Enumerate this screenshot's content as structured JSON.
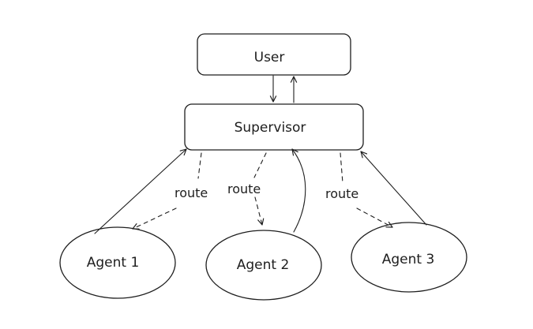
{
  "diagram": {
    "nodes": {
      "user": {
        "label": "User"
      },
      "supervisor": {
        "label": "Supervisor"
      },
      "agent1": {
        "label": "Agent 1"
      },
      "agent2": {
        "label": "Agent 2"
      },
      "agent3": {
        "label": "Agent 3"
      }
    },
    "edges": {
      "route1": {
        "label": "route"
      },
      "route2": {
        "label": "route"
      },
      "route3": {
        "label": "route"
      }
    },
    "colors": {
      "stroke": "#1e1e1e",
      "background": "#ffffff"
    }
  }
}
